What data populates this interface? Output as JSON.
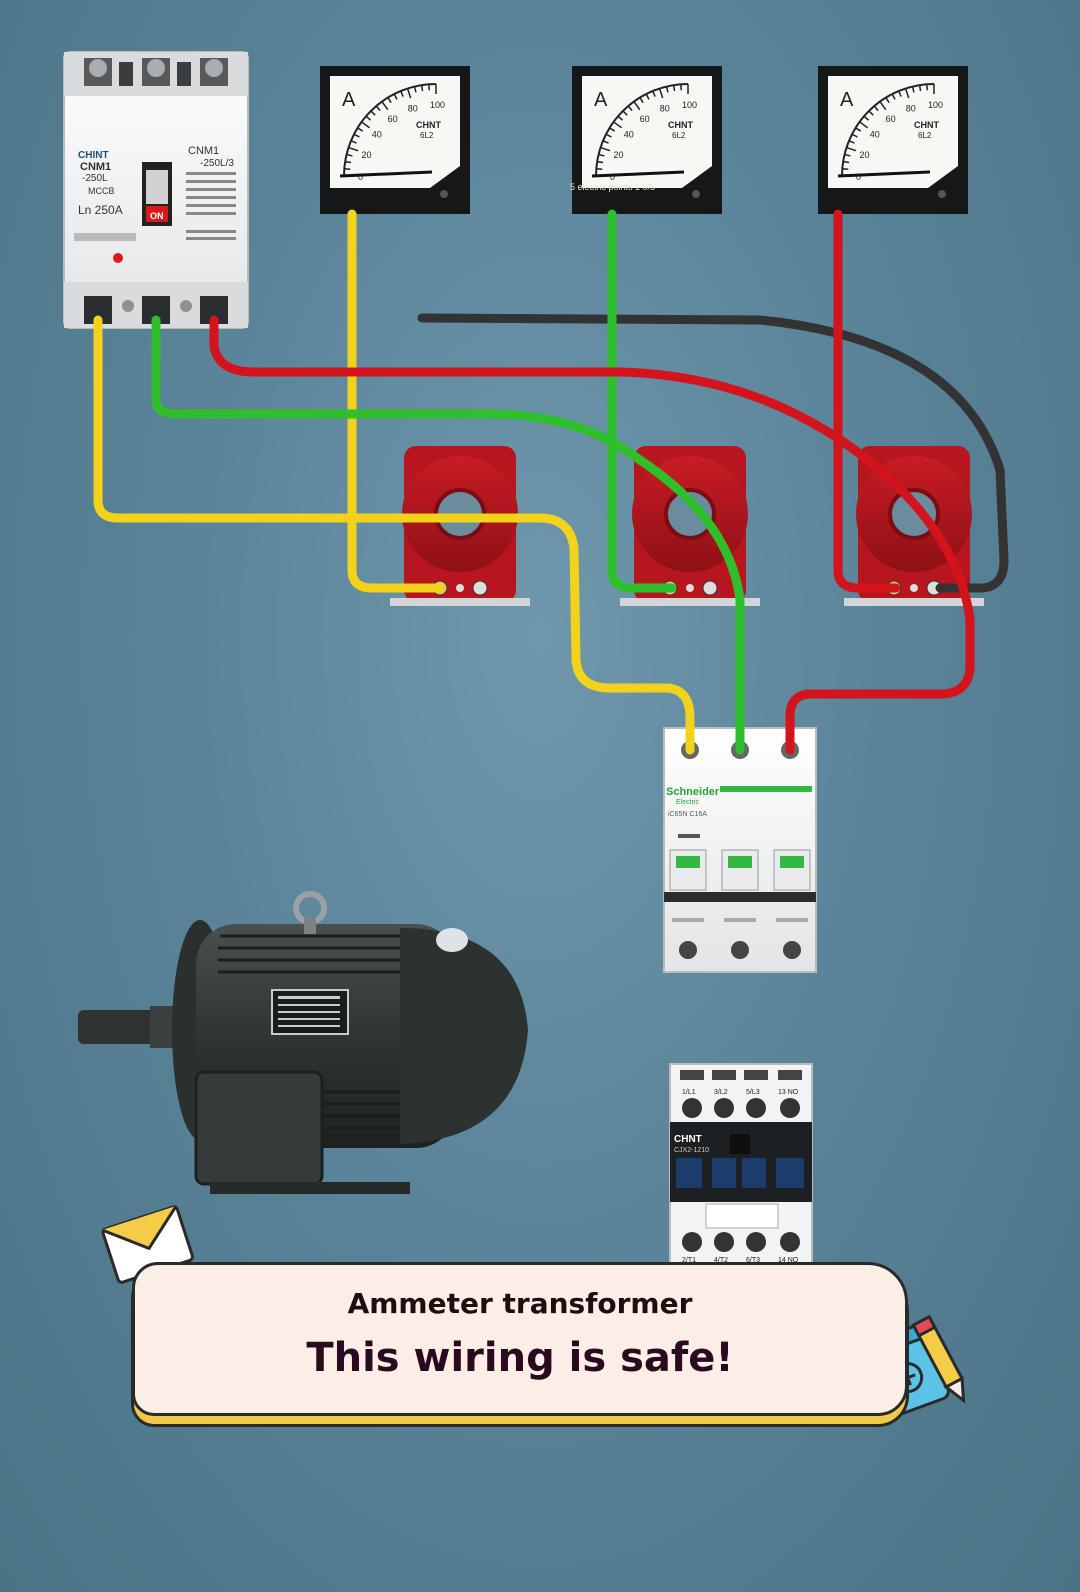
{
  "mccb": {
    "brand": "CHINT",
    "model": "CNM1",
    "frame": "-250L",
    "model_right": "CNM1",
    "frame_right": "-250L/3",
    "type": "MCCB",
    "rating": "Ln 250A",
    "switch_label": "ON"
  },
  "ammeters": [
    {
      "unit": "A",
      "brand": "CHNT",
      "model": "6L2",
      "ticks": [
        "0",
        "20",
        "40",
        "60",
        "80",
        "100"
      ],
      "overlay": ""
    },
    {
      "unit": "A",
      "brand": "CHNT",
      "model": "6L2",
      "ticks": [
        "0",
        "20",
        "40",
        "60",
        "80",
        "100"
      ],
      "overlay": "5 electric points 1 0/5"
    },
    {
      "unit": "A",
      "brand": "CHNT",
      "model": "6L2",
      "ticks": [
        "0",
        "20",
        "40",
        "60",
        "80",
        "100"
      ],
      "overlay": ""
    }
  ],
  "mcb": {
    "brand": "Schneider",
    "sub": "Electric",
    "model": "iC65N C16A"
  },
  "contactor": {
    "brand": "CHNT",
    "model": "CJX2-1210",
    "top_labels": [
      "1/L1",
      "3/L2",
      "5/L3",
      "13 NO"
    ],
    "bottom_labels": [
      "2/T1",
      "4/T2",
      "6/T3",
      "14 NO"
    ]
  },
  "caption": {
    "subtitle": "Ammeter transformer",
    "title": "This wiring is safe!"
  },
  "colors": {
    "phase_yellow": "#f2d21b",
    "phase_green": "#2fbf2a",
    "phase_red": "#d4141c",
    "neutral_black": "#333333",
    "ct_red": "#b8161e",
    "caption_bg": "#fbeee6"
  }
}
